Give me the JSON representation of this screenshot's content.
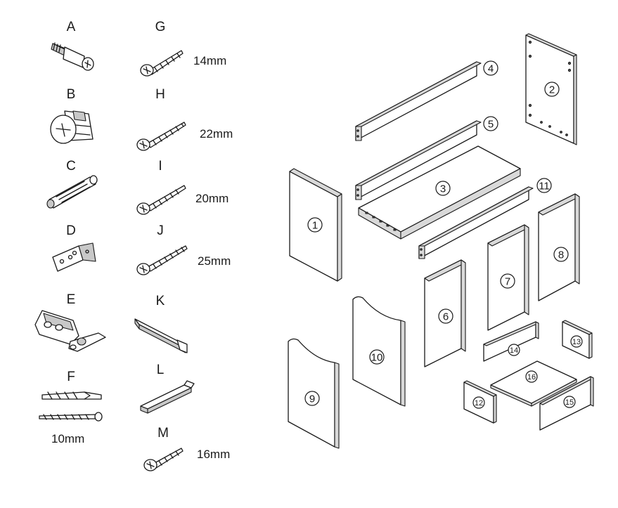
{
  "hardware": [
    {
      "letter": "A",
      "size": ""
    },
    {
      "letter": "B",
      "size": ""
    },
    {
      "letter": "C",
      "size": ""
    },
    {
      "letter": "D",
      "size": ""
    },
    {
      "letter": "E",
      "size": ""
    },
    {
      "letter": "F",
      "size": "10mm"
    },
    {
      "letter": "G",
      "size": "14mm"
    },
    {
      "letter": "H",
      "size": "22mm"
    },
    {
      "letter": "I",
      "size": "20mm"
    },
    {
      "letter": "J",
      "size": "25mm"
    },
    {
      "letter": "K",
      "size": ""
    },
    {
      "letter": "L",
      "size": ""
    },
    {
      "letter": "M",
      "size": "16mm"
    }
  ],
  "icons": {
    "A": "cam-bolt-icon",
    "B": "cam-lock-icon",
    "C": "wooden-dowel-icon",
    "D": "angle-bracket-icon",
    "E": "concealed-hinge-icon",
    "F": "wall-plug-and-screw-icon",
    "G": "screw-icon",
    "H": "screw-icon",
    "I": "screw-icon",
    "J": "screw-icon",
    "K": "drawer-runner-icon",
    "L": "handle-icon",
    "M": "screw-icon"
  },
  "parts": {
    "p1": "1",
    "p2": "2",
    "p3": "3",
    "p4": "4",
    "p5": "5",
    "p6": "6",
    "p7": "7",
    "p8": "8",
    "p9": "9",
    "p10": "10",
    "p11": "11",
    "p12": "12",
    "p13": "13",
    "p14": "14",
    "p15": "15",
    "p16": "16"
  }
}
